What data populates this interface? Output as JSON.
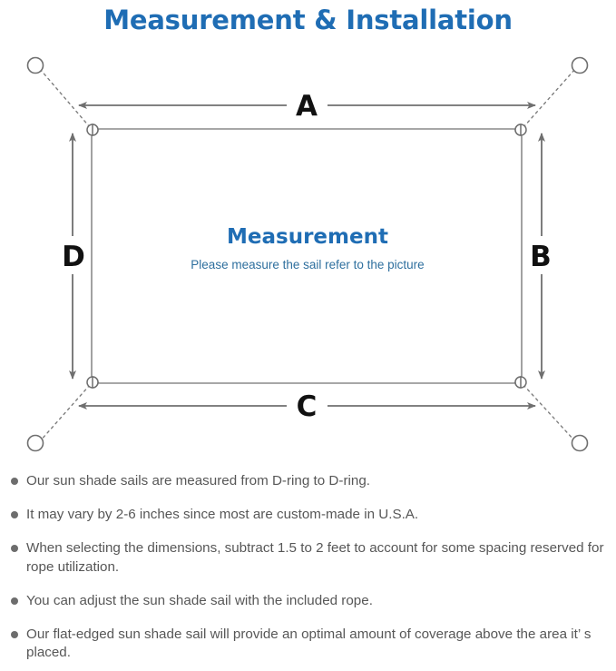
{
  "page": {
    "title": "Measurement & Installation",
    "title_color": "#1f6db4",
    "background_color": "#ffffff"
  },
  "diagram": {
    "name": "sun-shade-sail-measurement-diagram",
    "center_heading": "Measurement",
    "center_subtext": "Please measure the sail refer to the picture",
    "heading_color": "#1f6db4",
    "subtext_color": "#2e6f9e",
    "line_color": "#6f6f6f",
    "sail_edge_color": "#8a8a8a",
    "label_color": "#111111",
    "dimension_labels": [
      {
        "id": "A",
        "label": "A",
        "position": "top",
        "edge": "top-width"
      },
      {
        "id": "B",
        "label": "B",
        "position": "right",
        "edge": "right-height"
      },
      {
        "id": "C",
        "label": "C",
        "position": "bottom",
        "edge": "bottom-width"
      },
      {
        "id": "D",
        "label": "D",
        "position": "left",
        "edge": "left-height"
      }
    ],
    "d_rings": [
      {
        "id": "d-ring-top-left",
        "corner": "top-left"
      },
      {
        "id": "d-ring-top-right",
        "corner": "top-right"
      },
      {
        "id": "d-ring-bottom-left",
        "corner": "bottom-left"
      },
      {
        "id": "d-ring-bottom-right",
        "corner": "bottom-right"
      }
    ],
    "anchor_points": [
      {
        "id": "anchor-top-left",
        "corner": "top-left"
      },
      {
        "id": "anchor-top-right",
        "corner": "top-right"
      },
      {
        "id": "anchor-bottom-left",
        "corner": "bottom-left"
      },
      {
        "id": "anchor-bottom-right",
        "corner": "bottom-right"
      }
    ]
  },
  "notes": {
    "bullet_color": "#6d6d6d",
    "text_color": "#575757",
    "items": [
      "Our sun shade sails are measured from D-ring to D-ring.",
      "It may vary by 2-6 inches since most are custom-made in U.S.A.",
      "When selecting the dimensions, subtract 1.5 to 2 feet to account for some spacing reserved for rope utilization.",
      "You can adjust the sun shade sail with the included rope.",
      "Our flat-edged sun shade sail will provide an optimal amount of coverage above the area it’ s placed."
    ]
  }
}
